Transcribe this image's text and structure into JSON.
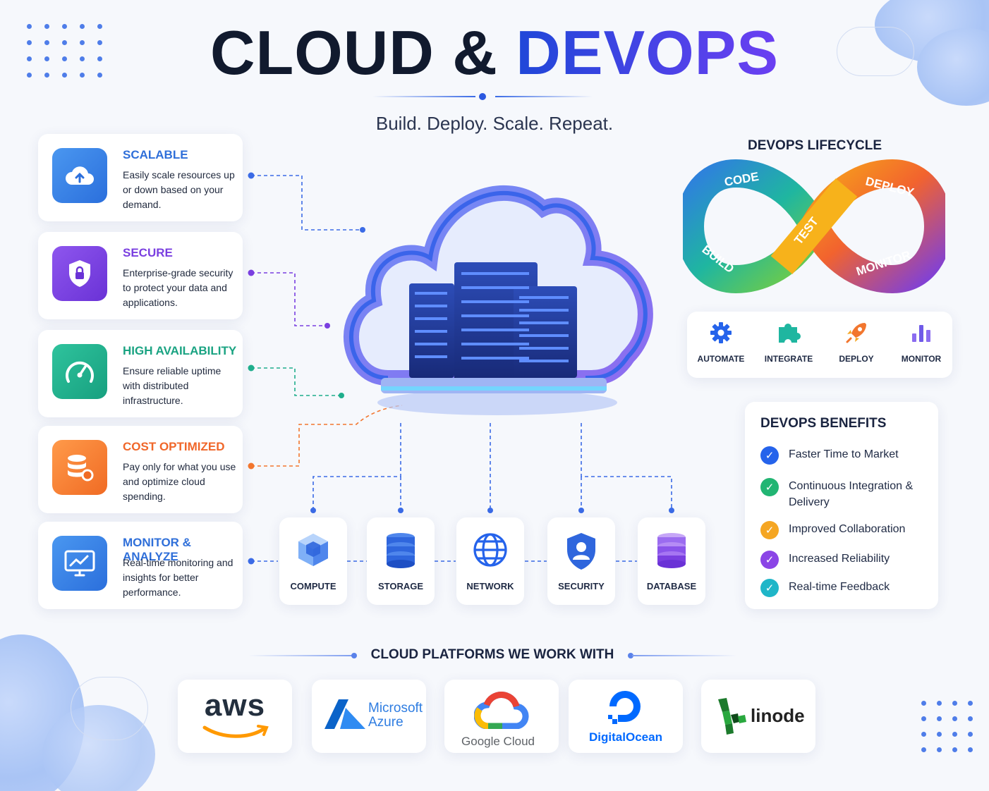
{
  "title": {
    "part1": "CLOUD &",
    "part2": "DEVOPS"
  },
  "tagline": "Build. Deploy. Scale. Repeat.",
  "features": [
    {
      "title": "SCALABLE",
      "desc": "Easily scale resources up or down based on your demand.",
      "color": "#2f7de1",
      "icon": "cloud-upload-icon"
    },
    {
      "title": "SECURE",
      "desc": "Enterprise-grade security to protect your data and applications.",
      "color": "#7a3fe0",
      "icon": "shield-lock-icon"
    },
    {
      "title": "HIGH AVAILABILITY",
      "desc": "Ensure reliable uptime with distributed infrastructure.",
      "color": "#1fae8c",
      "icon": "speedometer-icon"
    },
    {
      "title": "COST OPTIMIZED",
      "desc": "Pay only for what you use and optimize cloud spending.",
      "color": "#f2762e",
      "icon": "database-coin-icon"
    },
    {
      "title": "MONITOR & ANALYZE",
      "desc": "Real-time monitoring and insights for better performance.",
      "color": "#2f7de1",
      "icon": "monitor-chart-icon"
    }
  ],
  "lifecycle": {
    "title": "DEVOPS LIFECYCLE",
    "stages": [
      "CODE",
      "DEPLOY",
      "TEST",
      "BUILD",
      "MONITOR"
    ],
    "items": [
      {
        "label": "AUTOMATE",
        "icon": "gear-icon"
      },
      {
        "label": "INTEGRATE",
        "icon": "puzzle-icon"
      },
      {
        "label": "DEPLOY",
        "icon": "rocket-icon"
      },
      {
        "label": "MONITOR",
        "icon": "bar-chart-icon"
      }
    ]
  },
  "benefits": {
    "title": "DEVOPS BENEFITS",
    "items": [
      {
        "text": "Faster Time to Market",
        "color": "#2563eb"
      },
      {
        "text": "Continuous Integration & Delivery",
        "color": "#22b573"
      },
      {
        "text": "Improved Collaboration",
        "color": "#f5a623"
      },
      {
        "text": "Increased Reliability",
        "color": "#8b45e6"
      },
      {
        "text": "Real-time Feedback",
        "color": "#1fb6c8"
      }
    ]
  },
  "services": [
    {
      "label": "COMPUTE",
      "icon": "cube-icon"
    },
    {
      "label": "STORAGE",
      "icon": "storage-icon"
    },
    {
      "label": "NETWORK",
      "icon": "globe-icon"
    },
    {
      "label": "SECURITY",
      "icon": "shield-user-icon"
    },
    {
      "label": "DATABASE",
      "icon": "database-icon"
    }
  ],
  "platforms": {
    "title": "CLOUD PLATFORMS WE WORK WITH",
    "items": [
      {
        "name": "aws"
      },
      {
        "name": "Microsoft",
        "name2": "Azure"
      },
      {
        "name": "Google Cloud"
      },
      {
        "name": "DigitalOcean"
      },
      {
        "name": "linode"
      }
    ]
  }
}
